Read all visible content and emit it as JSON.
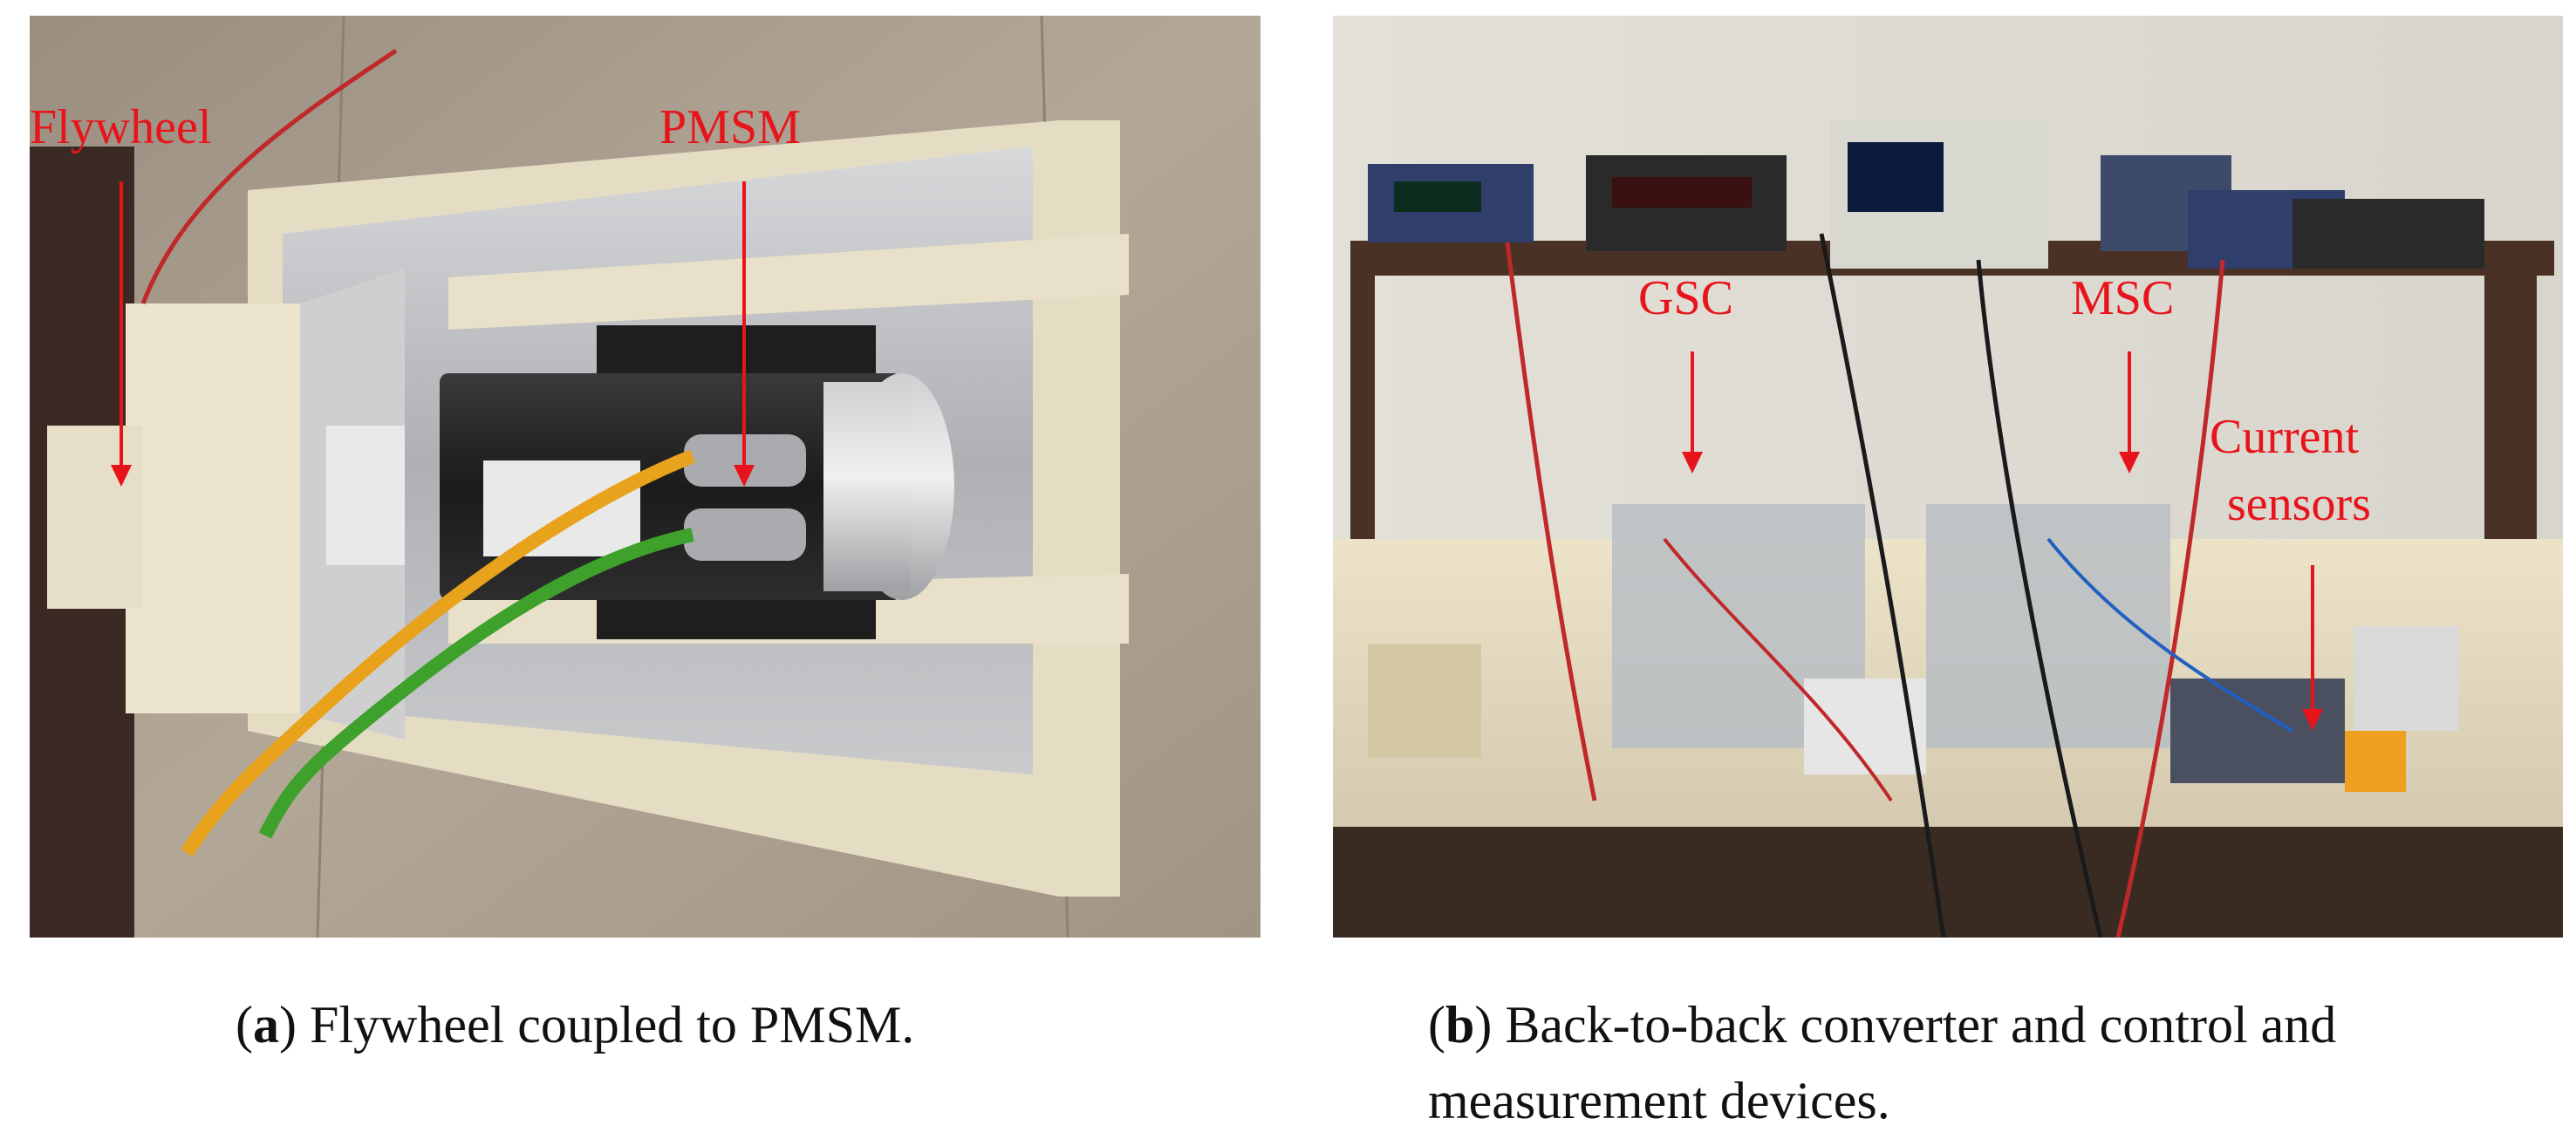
{
  "panel_a": {
    "labels": {
      "flywheel": "Flywheel",
      "pmsm": "PMSM"
    },
    "caption": {
      "letter": "a",
      "text": " Flywheel coupled to PMSM."
    }
  },
  "panel_b": {
    "labels": {
      "gsc": "GSC",
      "msc": "MSC",
      "current_line1": "Current",
      "current_line2": "sensors"
    },
    "caption": {
      "letter": "b",
      "text": " Back-to-back converter and control and measurement devices."
    }
  },
  "colors": {
    "annotation": "#e8141b",
    "caption_text": "#111111"
  }
}
